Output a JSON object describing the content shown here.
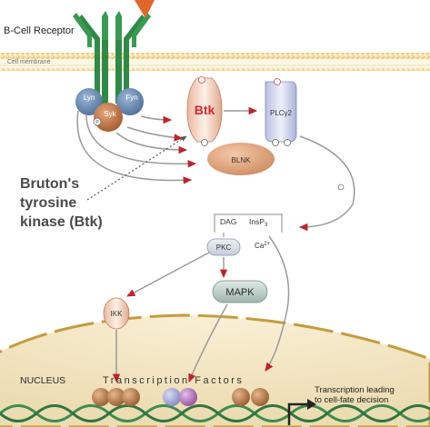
{
  "labels": {
    "receptor": "B-Cell Receptor",
    "membrane": "Cell membrane",
    "lyn": "Lyn",
    "fyn": "Fyn",
    "syk": "Syk",
    "btk": "Btk",
    "plcg2": "PLCγ2",
    "blnk": "BLNK",
    "btk_name_line1": "Bruton's",
    "btk_name_line2": "tyrosine",
    "btk_name_line3": "kinase (Btk)",
    "dag": "DAG",
    "insp3": "InsP",
    "insp3_sub": "3",
    "ca": "Ca",
    "ca_sup": "2+",
    "pkc": "PKC",
    "mapk": "MAPK",
    "ikk": "IKK",
    "nucleus": "NUCLEUS",
    "tf": "Transcription  Factors",
    "outcome_line1": "Transcription leading",
    "outcome_line2": "to cell-fate decision",
    "phospho": "P"
  },
  "colors": {
    "receptor": "#2f8a45",
    "antigen": "#e0662a",
    "membrane_head": "#f2cf73",
    "btk_text": "#d8262c",
    "arrow": "#c0232a",
    "nucleus_fill": "#f3e6c8",
    "nucleus_edge": "#c59c3e",
    "dna": "#3c8c4f"
  },
  "icons": [
    "antigen-triangle-icon",
    "phospho-icon",
    "transcription-start-arrow-icon"
  ]
}
